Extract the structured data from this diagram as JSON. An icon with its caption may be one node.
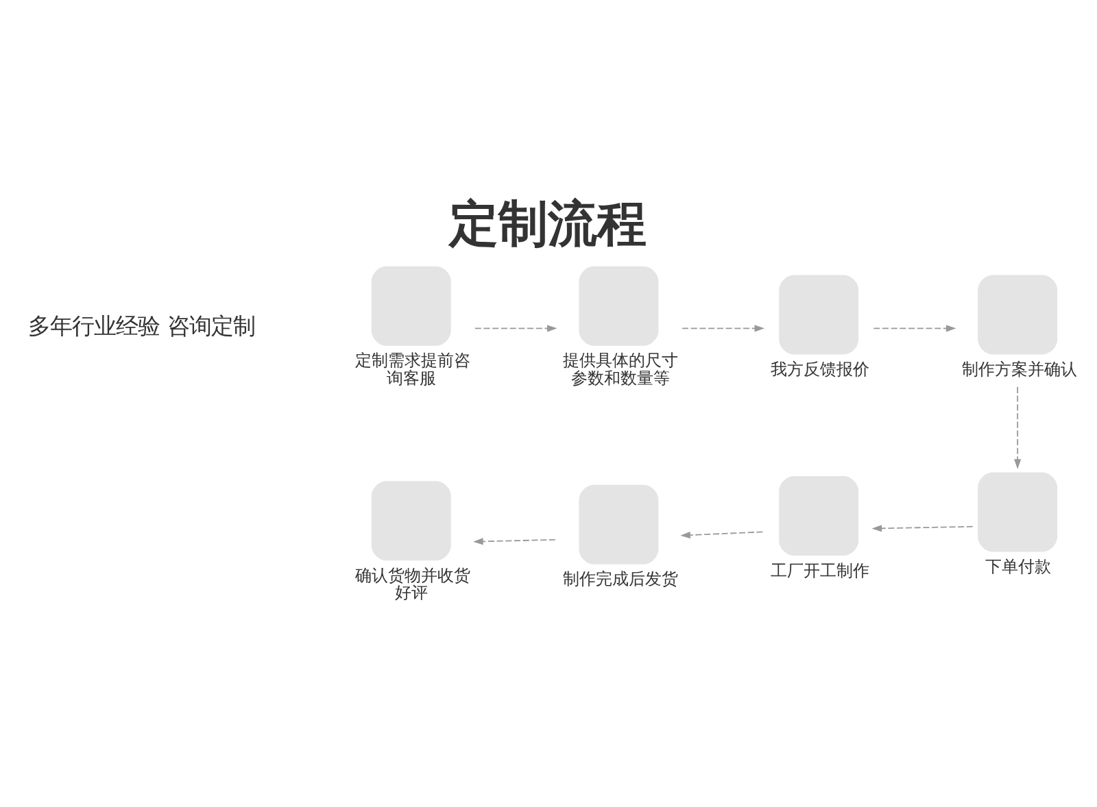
{
  "diagram": {
    "title": "定制流程",
    "nodes": [
      {
        "text": [
          "定制需求提前咨询客服"
        ]
      },
      {
        "text": [
          "提供具体的尺寸参数和数量等"
        ]
      },
      {
        "text": [
          "我方反馈报价"
        ]
      },
      {
        "text": [
          "制作方案并确认"
        ]
      },
      {
        "text": [
          "下单付款"
        ]
      },
      {
        "text": [
          "工厂开工制作"
        ]
      },
      {
        "text": [
          "制作完成后发货"
        ]
      },
      {
        "text": [
          "确认货物并收货好评"
        ]
      }
    ],
    "edges": [
      {
        "from": 0,
        "to": 1,
        "arrow": "to",
        "style": "dashed"
      },
      {
        "from": 1,
        "to": 2,
        "arrow": "to",
        "style": "dashed"
      },
      {
        "from": 2,
        "to": 3,
        "arrow": "to",
        "style": "dashed"
      },
      {
        "from": 3,
        "to": 4,
        "arrow": "to",
        "style": "dashed"
      },
      {
        "from": 4,
        "to": 5,
        "arrow": "to",
        "style": "dashed"
      },
      {
        "from": 5,
        "to": 6,
        "arrow": "to",
        "style": "dashed"
      },
      {
        "from": 6,
        "to": 7,
        "arrow": "to",
        "style": "dashed"
      }
    ],
    "labels": [
      "多年行业经验 咨询定制"
    ]
  }
}
